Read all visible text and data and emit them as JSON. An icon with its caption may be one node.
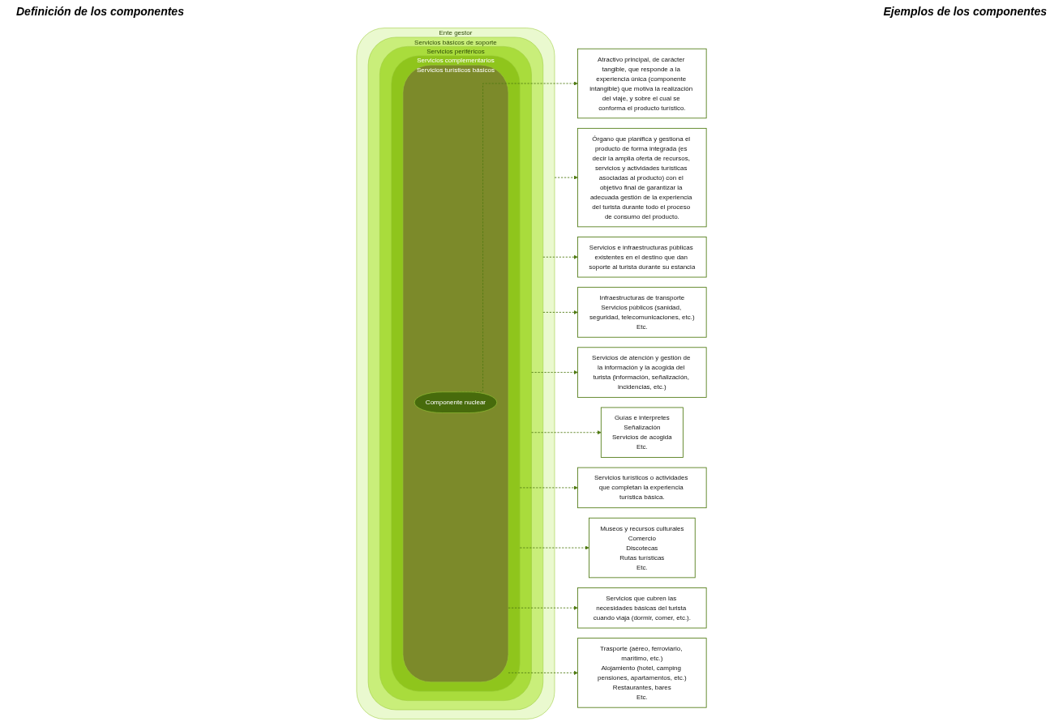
{
  "diagram": {
    "nodes": [
      {
        "text": [
          "Ente gestor"
        ]
      },
      {
        "text": [
          "Servicios básicos de soporte"
        ],
        "in": 0
      },
      {
        "text": [
          "Servicios periféricos"
        ],
        "in": 1
      },
      {
        "text": [
          "Servicios complementarios"
        ],
        "in": 2
      },
      {
        "text": [
          "Servicios turísticos básicos"
        ],
        "in": 3
      },
      {
        "text": [
          "Componente nuclear"
        ],
        "in": 4
      },
      {
        "text": [
          "Servicios e infraestructuras públicas existentes en el destino que dan soporte al turista durante su estancia"
        ]
      },
      {
        "text": [
          "Servicios de atención y gestión de la información y la acogida del turista (información, señalización, incidencias, etc.)"
        ]
      },
      {
        "text": [
          "Servicios turísticos o actividades que completan la experiencia turística básica."
        ]
      },
      {
        "text": [
          "Servicios que cubren las necesidades básicas del turista cuando viaja (dormir, comer, etc.)."
        ]
      },
      {
        "text": [
          "Atractivo principal, de carácter tangible, que responde a la experiencia única (componente intangible) que motiva la realización del viaje, y sobre el cual se conforma el producto turístico."
        ]
      },
      {
        "text": [
          "Órgano que planifica y gestiona el producto de forma integrada (es decir la amplia oferta de recursos, servicios y actividades turísticas asociadas al producto) con el objetivo final de garantizar la adecuada gestión de la experiencia del turista durante todo el proceso de consumo del producto."
        ]
      },
      {
        "text": [
          "Infraestructuras de transporte",
          "Servicios públicos (sanidad, seguridad, telecomunicaciones, etc.)",
          "Etc."
        ]
      },
      {
        "text": [
          "Guías e interpretes",
          "Señalización",
          "Servicios de acogida",
          "Etc."
        ]
      },
      {
        "text": [
          "Museos y recursos culturales",
          "Comercio",
          "Discotecas",
          "Rutas turísticas",
          "Etc."
        ]
      },
      {
        "text": [
          "Trasporte (aéreo, ferroviario, marítimo, etc.)",
          "Alojamiento (hotel, camping pensiones, apartamentos, etc.)",
          "Restaurantes, bares",
          "Etc."
        ]
      }
    ],
    "edges": [
      {
        "from": 0,
        "to": 11,
        "arrow": "to",
        "style": "dashed"
      },
      {
        "from": 1,
        "to": 6,
        "arrow": "to",
        "style": "dashed"
      },
      {
        "from": 1,
        "to": 12,
        "arrow": "to",
        "style": "dashed"
      },
      {
        "from": 2,
        "to": 7,
        "arrow": "to",
        "style": "dashed"
      },
      {
        "from": 2,
        "to": 13,
        "arrow": "to",
        "style": "dashed"
      },
      {
        "from": 3,
        "to": 8,
        "arrow": "to",
        "style": "dashed"
      },
      {
        "from": 3,
        "to": 14,
        "arrow": "to",
        "style": "dashed"
      },
      {
        "from": 4,
        "to": 9,
        "arrow": "to",
        "style": "dashed"
      },
      {
        "from": 4,
        "to": 15,
        "arrow": "to",
        "style": "dashed"
      },
      {
        "from": 5,
        "to": 10,
        "arrow": "to",
        "style": "dashed"
      }
    ],
    "labels": [
      "Definición de los componentes",
      "Ejemplos de los componentes"
    ]
  }
}
